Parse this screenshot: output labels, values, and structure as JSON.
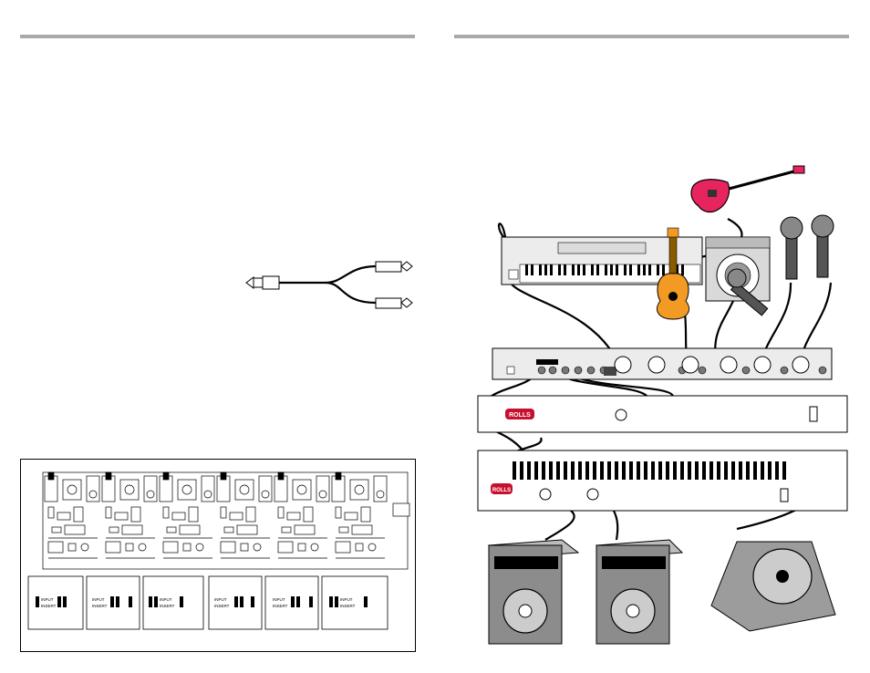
{
  "page": {
    "header_rules": [
      "left",
      "right"
    ]
  },
  "devices": {
    "processor_brand": "ROLLS",
    "amplifier_brand": "ROLLS"
  },
  "jumper_boxes": [
    {
      "labels": [
        "INPUT",
        "INSERT"
      ]
    },
    {
      "labels": [
        "INPUT",
        "INSERT"
      ]
    },
    {
      "labels": [
        "INPUT",
        "INSERT"
      ]
    },
    {
      "labels": [
        "INPUT",
        "INSERT"
      ]
    },
    {
      "labels": [
        "INPUT",
        "INSERT"
      ]
    },
    {
      "labels": [
        "INPUT",
        "INSERT"
      ]
    }
  ],
  "colors": {
    "guitar_pink": "#e8245f",
    "acoustic_orange": "#f29a24",
    "brand_red": "#c8102e",
    "rule_gray": "#a9a9a9"
  }
}
